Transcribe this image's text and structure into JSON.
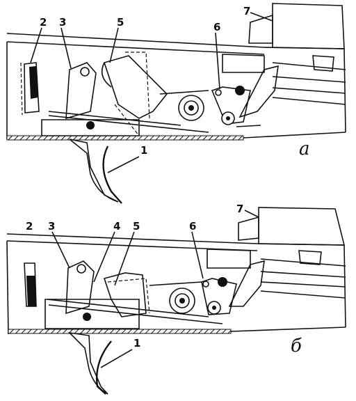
{
  "panel_a": {
    "subtitle": "а",
    "labels": {
      "l1": "1",
      "l2": "2",
      "l3": "3",
      "l5": "5",
      "l6": "6",
      "l7": "7"
    }
  },
  "panel_b": {
    "subtitle": "б",
    "labels": {
      "l1": "1",
      "l2": "2",
      "l3": "3",
      "l4": "4",
      "l5": "5",
      "l6": "6",
      "l7": "7"
    }
  }
}
